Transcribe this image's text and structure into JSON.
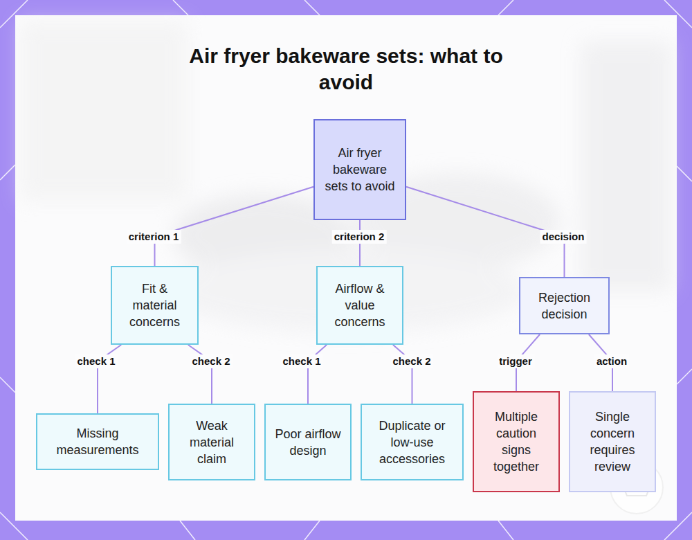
{
  "diagram": {
    "title": "Air fryer bakeware sets: what to avoid",
    "nodes": [
      {
        "text": [
          "Air fryer bakeware sets to avoid"
        ]
      },
      {
        "text": [
          "Fit & material concerns"
        ]
      },
      {
        "text": [
          "Airflow & value concerns"
        ]
      },
      {
        "text": [
          "Rejection decision"
        ]
      },
      {
        "text": [
          "Missing measurements"
        ]
      },
      {
        "text": [
          "Weak material claim"
        ]
      },
      {
        "text": [
          "Poor airflow design"
        ]
      },
      {
        "text": [
          "Duplicate or low-use accessories"
        ]
      },
      {
        "text": [
          "Multiple caution signs together"
        ]
      },
      {
        "text": [
          "Single concern requires review"
        ]
      }
    ],
    "edges": [
      {
        "from": 0,
        "to": 1,
        "label": "criterion 1",
        "arrow": "none"
      },
      {
        "from": 0,
        "to": 2,
        "label": "criterion 2",
        "arrow": "none"
      },
      {
        "from": 0,
        "to": 3,
        "label": "decision",
        "arrow": "none"
      },
      {
        "from": 1,
        "to": 4,
        "label": "check 1",
        "arrow": "none"
      },
      {
        "from": 1,
        "to": 5,
        "label": "check 2",
        "arrow": "none"
      },
      {
        "from": 2,
        "to": 6,
        "label": "check 1",
        "arrow": "none"
      },
      {
        "from": 2,
        "to": 7,
        "label": "check 2",
        "arrow": "none"
      },
      {
        "from": 3,
        "to": 8,
        "label": "trigger",
        "arrow": "none"
      },
      {
        "from": 3,
        "to": 9,
        "label": "action",
        "arrow": "none"
      }
    ]
  }
}
